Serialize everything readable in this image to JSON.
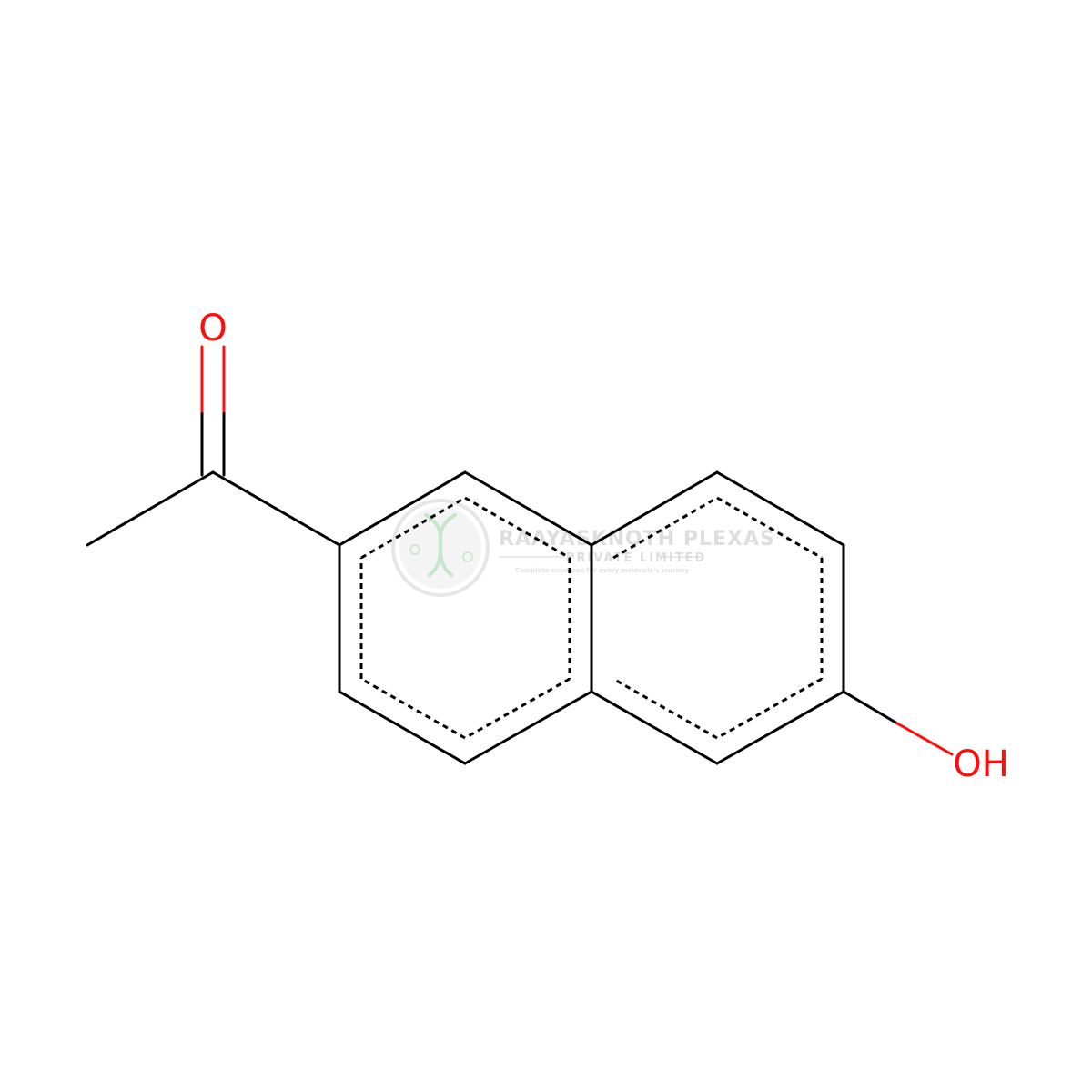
{
  "molecule": {
    "atoms": [
      {
        "id": "O1",
        "label": "O",
        "color": "#ff0d0d"
      },
      {
        "id": "O2",
        "label": "OH",
        "color": "#ff0d0d"
      }
    ],
    "bond_color": "#000000"
  },
  "watermark": {
    "company": "RAAYASKNOTH PLEXAS",
    "subtitle": "PRIVATE LIMITED",
    "tagline": "Complete solutions for every molecule's journey",
    "color": "#d9d9d9",
    "accent_color": "#c8e6c9"
  }
}
